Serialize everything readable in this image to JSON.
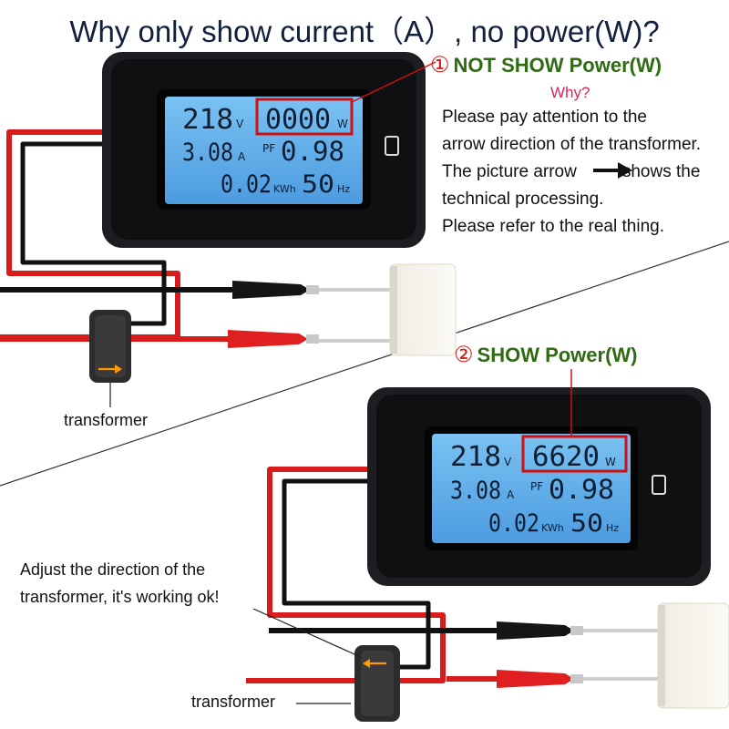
{
  "title": "Why only show current（A）, no power(W)?",
  "section1": {
    "number": "①",
    "heading": "NOT SHOW Power(W)",
    "why": "Why?",
    "note_line1": "Please pay attention to the",
    "note_line2": "arrow direction of the transformer.",
    "note_line3a": "The picture arrow",
    "note_line3b": "shows the",
    "note_line4": "technical processing.",
    "note_line5": "Please refer to the real thing."
  },
  "section2": {
    "number": "②",
    "heading": "SHOW Power(W)",
    "adjust_line1": "Adjust the direction of the",
    "adjust_line2": "transformer, it's working ok!"
  },
  "transformer_label": "transformer",
  "meter1": {
    "voltage": "218",
    "voltage_unit": "V",
    "power": "0000",
    "power_unit": "W",
    "current": "3.08",
    "current_unit": "A",
    "pf_label": "PF",
    "pf": "0.98",
    "energy": "0.02",
    "energy_unit": "KWh",
    "freq": "50",
    "freq_unit": "Hz"
  },
  "meter2": {
    "voltage": "218",
    "voltage_unit": "V",
    "power": "6620",
    "power_unit": "W",
    "current": "3.08",
    "current_unit": "A",
    "pf_label": "PF",
    "pf": "0.98",
    "energy": "0.02",
    "energy_unit": "KWh",
    "freq": "50",
    "freq_unit": "Hz"
  },
  "colors": {
    "heading_green": "#2e6b12",
    "highlight_red": "#d11111",
    "why_pink": "#e0245e",
    "lcd_blue": "#5aa9e6",
    "wire_red": "#d81b1b",
    "wire_black": "#111111"
  }
}
